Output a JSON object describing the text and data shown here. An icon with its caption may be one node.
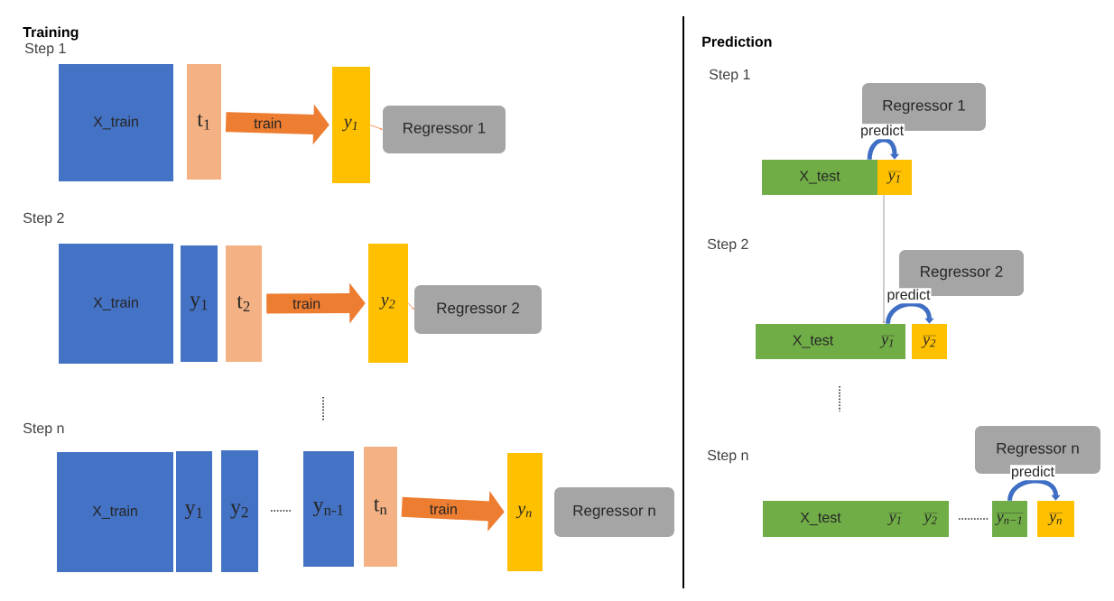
{
  "diagram": {
    "nodes": [
      {
        "text": [
          "X_train"
        ]
      },
      {
        "text": [
          "t$_{1}$"
        ]
      },
      {
        "text": [
          "y$_{1}$"
        ]
      },
      {
        "text": [
          "Regressor 1"
        ]
      },
      {
        "text": [
          "X_train"
        ]
      },
      {
        "text": [
          "y$_{1}$"
        ]
      },
      {
        "text": [
          "t$_{2}$"
        ]
      },
      {
        "text": [
          "y$_{2}$"
        ]
      },
      {
        "text": [
          "Regressor 2"
        ]
      },
      {
        "text": [
          "X_train"
        ]
      },
      {
        "text": [
          "y$_{1}$"
        ]
      },
      {
        "text": [
          "y$_{2}$"
        ]
      },
      {
        "text": [
          "y$_{n-1}$"
        ]
      },
      {
        "text": [
          "t$_{n}$"
        ]
      },
      {
        "text": [
          "y$_{n}$"
        ]
      },
      {
        "text": [
          "Regressor n"
        ]
      },
      {
        "text": [
          "Regressor 1"
        ]
      },
      {
        "text": [
          "X_test"
        ]
      },
      {
        "text": [
          "y$_{1}$"
        ]
      },
      {
        "text": [
          "Regressor 2"
        ]
      },
      {
        "text": [
          "X_test"
        ]
      },
      {
        "text": [
          "y$_{1}$"
        ]
      },
      {
        "text": [
          "y$_{2}$"
        ]
      },
      {
        "text": [
          "Regressor n"
        ]
      },
      {
        "text": [
          "X_test"
        ]
      },
      {
        "text": [
          "y$_{1}$"
        ]
      },
      {
        "text": [
          "y$_{2}$"
        ]
      },
      {
        "text": [
          "y$_{n−1}$"
        ]
      },
      {
        "text": [
          "y$_{n}$"
        ]
      }
    ],
    "edges": [
      {
        "from": 1,
        "to": 2,
        "arrow": "to",
        "label": "train",
        "style": "thick",
        "color": "#ed7d31"
      },
      {
        "from": 2,
        "to": 3,
        "arrow": "to",
        "color": "#ed7d31"
      },
      {
        "from": 6,
        "to": 7,
        "arrow": "to",
        "label": "train",
        "style": "thick",
        "color": "#ed7d31"
      },
      {
        "from": 7,
        "to": 8,
        "arrow": "to",
        "color": "#ed7d31"
      },
      {
        "from": 13,
        "to": 14,
        "arrow": "to",
        "label": "train",
        "style": "thick",
        "color": "#ed7d31"
      },
      {
        "from": 17,
        "to": 18,
        "arrow": "to",
        "label": "predict",
        "color": "#3f6fc4"
      },
      {
        "from": 18,
        "to": 21,
        "arrow": "to",
        "color": "#808080"
      },
      {
        "from": 21,
        "to": 22,
        "arrow": "to",
        "label": "predict",
        "color": "#3f6fc4"
      },
      {
        "from": 27,
        "to": 28,
        "arrow": "to",
        "label": "predict",
        "color": "#3f6fc4"
      }
    ],
    "labels": [
      "Training",
      "Step 1",
      "Step 2",
      "Step n",
      "Prediction",
      "Step 1",
      "Step 2",
      "Step n"
    ]
  }
}
